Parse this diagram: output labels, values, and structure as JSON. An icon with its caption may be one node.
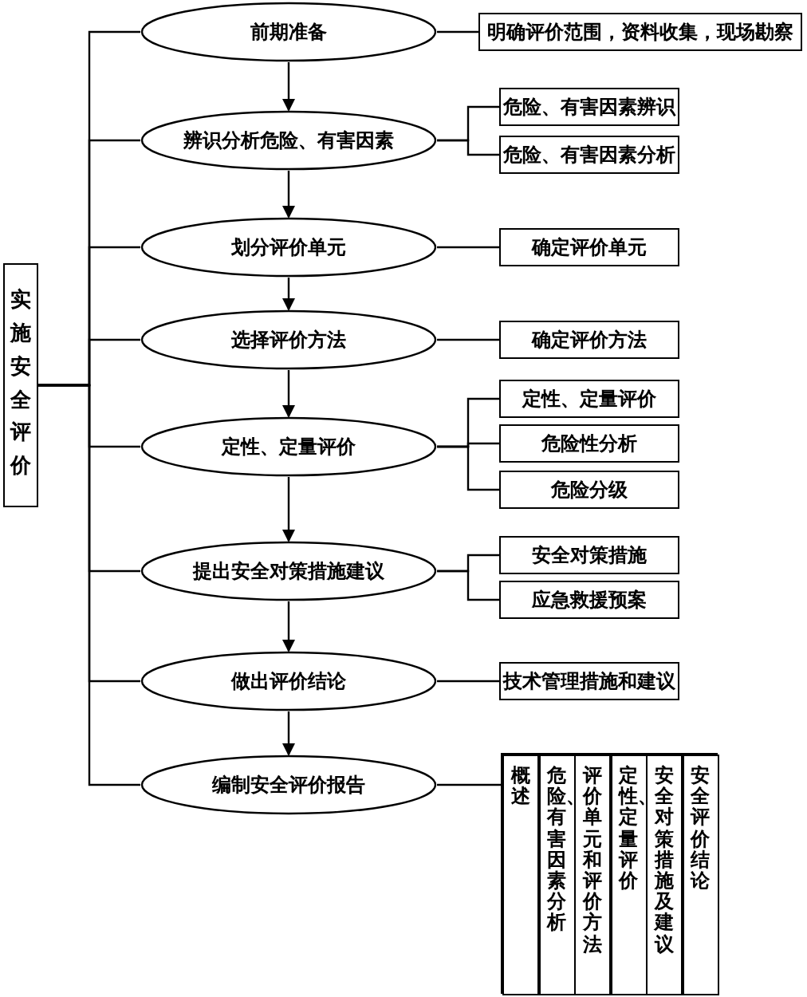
{
  "diagram": {
    "nodes": [
      {
        "text": [
          "实施安全评价"
        ]
      },
      {
        "text": [
          "前期准备"
        ]
      },
      {
        "text": [
          "辨识分析危险、有害因素"
        ]
      },
      {
        "text": [
          "划分评价单元"
        ]
      },
      {
        "text": [
          "选择评价方法"
        ]
      },
      {
        "text": [
          "定性、定量评价"
        ]
      },
      {
        "text": [
          "提出安全对策措施建议"
        ]
      },
      {
        "text": [
          "做出评价结论"
        ]
      },
      {
        "text": [
          "编制安全评价报告"
        ]
      },
      {
        "text": [
          "明确评价范围，资料收集，现场勘察"
        ]
      },
      {
        "text": [
          "危险、有害因素辨识"
        ]
      },
      {
        "text": [
          "危险、有害因素分析"
        ]
      },
      {
        "text": [
          "确定评价单元"
        ]
      },
      {
        "text": [
          "确定评价方法"
        ]
      },
      {
        "text": [
          "定性、定量评价"
        ]
      },
      {
        "text": [
          "危险性分析"
        ]
      },
      {
        "text": [
          "危险分级"
        ]
      },
      {
        "text": [
          "安全对策措施"
        ]
      },
      {
        "text": [
          "应急救援预案"
        ]
      },
      {
        "text": [
          "技术管理措施和建议"
        ]
      },
      {
        "text": [],
        "shape": "box"
      },
      {
        "text": [
          "概述"
        ],
        "in": 20
      },
      {
        "text": [
          "危险、有害因素分析"
        ],
        "in": 20
      },
      {
        "text": [
          "评价单元和评价方法"
        ],
        "in": 20
      },
      {
        "text": [
          "定性、定量评价"
        ],
        "in": 20
      },
      {
        "text": [
          "安全对策措施及建议"
        ],
        "in": 20
      },
      {
        "text": [
          "安全评价结论"
        ],
        "in": 20
      }
    ],
    "edges": [
      {
        "from": 1,
        "to": 2,
        "arrow": "to"
      },
      {
        "from": 2,
        "to": 3,
        "arrow": "to"
      },
      {
        "from": 3,
        "to": 4,
        "arrow": "to"
      },
      {
        "from": 4,
        "to": 5,
        "arrow": "to"
      },
      {
        "from": 5,
        "to": 6,
        "arrow": "to"
      },
      {
        "from": 6,
        "to": 7,
        "arrow": "to"
      },
      {
        "from": 7,
        "to": 8,
        "arrow": "to"
      },
      {
        "from": 0,
        "to": 1,
        "arrow": "none"
      },
      {
        "from": 0,
        "to": 2,
        "arrow": "none"
      },
      {
        "from": 0,
        "to": 3,
        "arrow": "none"
      },
      {
        "from": 0,
        "to": 4,
        "arrow": "none"
      },
      {
        "from": 0,
        "to": 5,
        "arrow": "none"
      },
      {
        "from": 0,
        "to": 6,
        "arrow": "none"
      },
      {
        "from": 0,
        "to": 7,
        "arrow": "none"
      },
      {
        "from": 0,
        "to": 8,
        "arrow": "none"
      },
      {
        "from": 1,
        "to": 9,
        "arrow": "none"
      },
      {
        "from": 2,
        "to": 10,
        "arrow": "none"
      },
      {
        "from": 2,
        "to": 11,
        "arrow": "none"
      },
      {
        "from": 3,
        "to": 12,
        "arrow": "none"
      },
      {
        "from": 4,
        "to": 13,
        "arrow": "none"
      },
      {
        "from": 5,
        "to": 14,
        "arrow": "none"
      },
      {
        "from": 5,
        "to": 15,
        "arrow": "none"
      },
      {
        "from": 5,
        "to": 16,
        "arrow": "none"
      },
      {
        "from": 6,
        "to": 17,
        "arrow": "none"
      },
      {
        "from": 6,
        "to": 18,
        "arrow": "none"
      },
      {
        "from": 7,
        "to": 19,
        "arrow": "none"
      },
      {
        "from": 8,
        "to": 20,
        "arrow": "none"
      }
    ]
  }
}
